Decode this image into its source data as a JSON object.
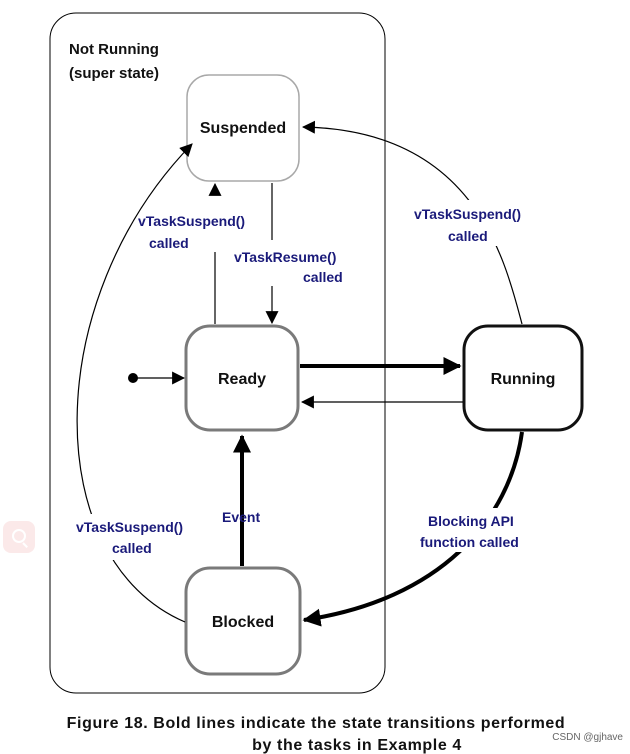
{
  "group": {
    "title_line1": "Not Running",
    "title_line2": "(super state)"
  },
  "states": {
    "suspended": "Suspended",
    "ready": "Ready",
    "running": "Running",
    "blocked": "Blocked"
  },
  "transitions": {
    "ready_to_suspended": [
      "vTaskSuspend()",
      "called"
    ],
    "suspended_to_ready": [
      "vTaskResume()",
      "called"
    ],
    "running_to_suspended": [
      "vTaskSuspend()",
      "called"
    ],
    "blocked_to_suspended": [
      "vTaskSuspend()",
      "called"
    ],
    "blocked_to_ready": "Event",
    "running_to_blocked": [
      "Blocking API",
      "function called"
    ]
  },
  "caption": {
    "line1": "Figure 18.  Bold lines indicate the state transitions performed",
    "line2": "by the tasks in Example 4"
  },
  "watermark": "CSDN @gjhave",
  "colors": {
    "label_text": "#1a1a7a",
    "bold_state_border": "#111111",
    "grey_state_border": "#7a7a7a",
    "light_state_border": "#a8a8a8"
  },
  "icons": {
    "side_badge": "search-icon"
  }
}
